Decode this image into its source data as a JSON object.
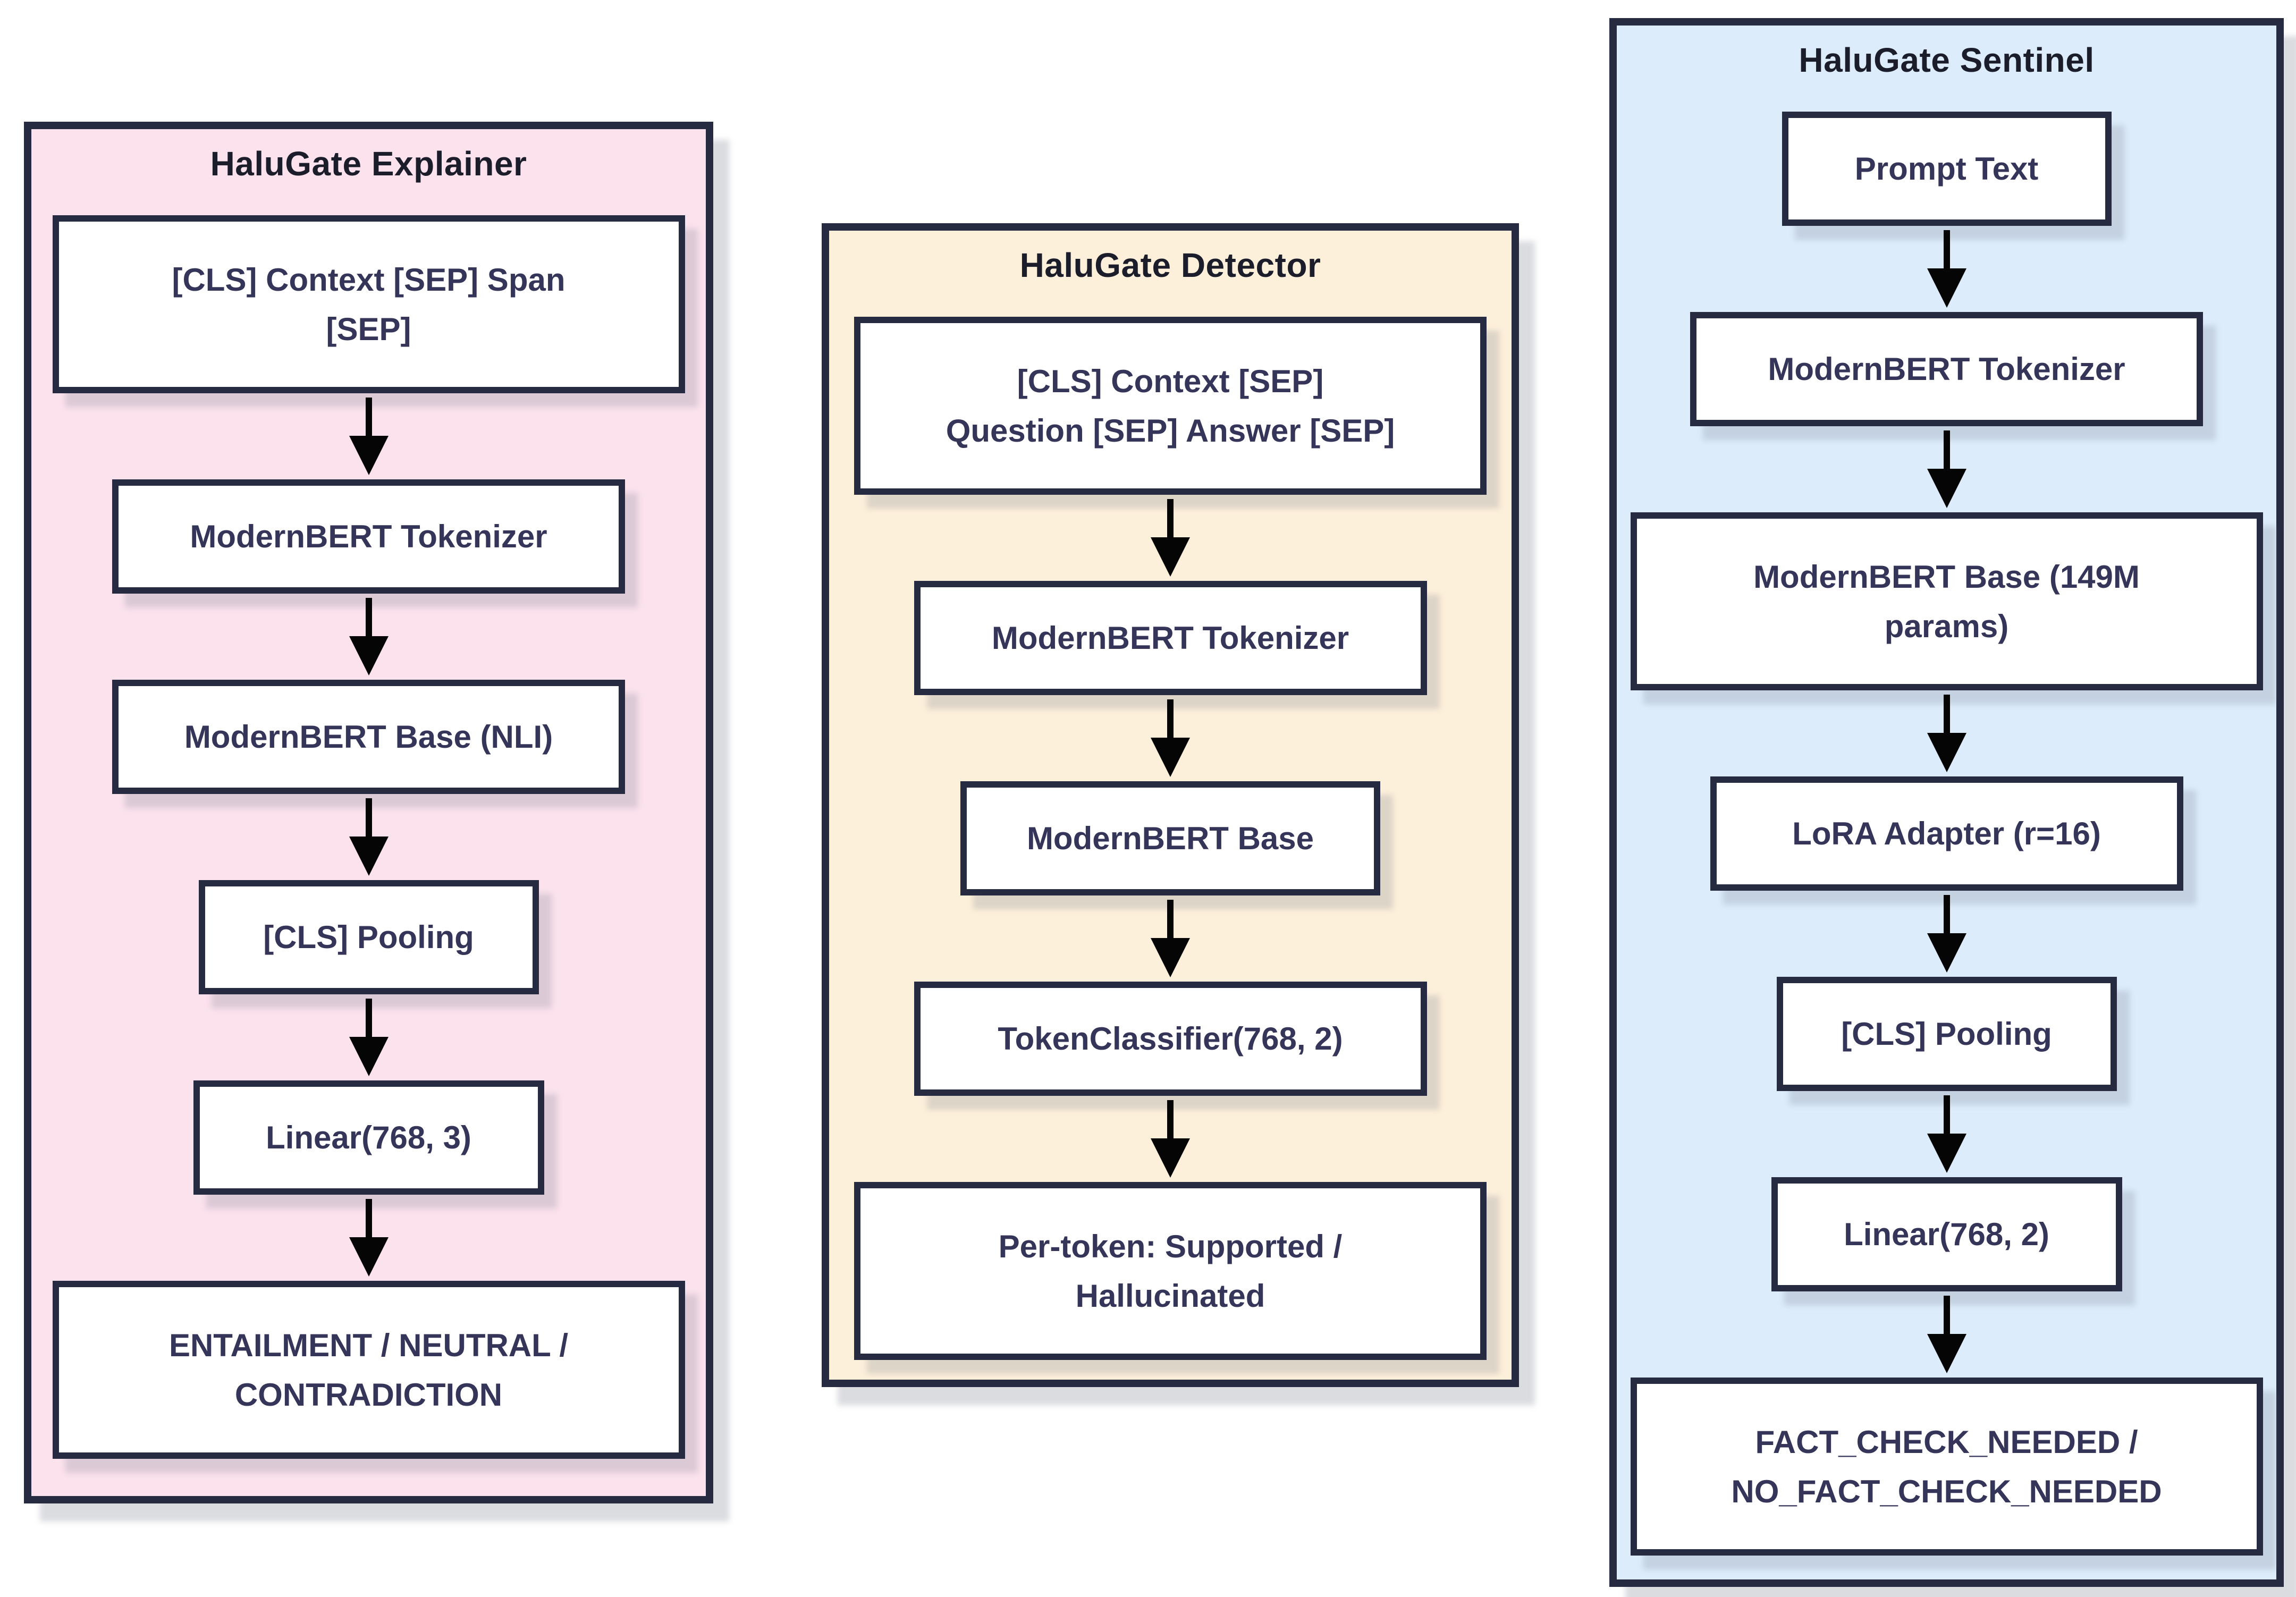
{
  "diagram": {
    "colors": {
      "panel_border": "#262b42",
      "node_border": "#262b42",
      "node_bg": "#ffffff",
      "text": "#35355a",
      "title_text": "#1b1d2a",
      "arrow": "#050505",
      "explainer_bg": "#fbe2ec",
      "detector_bg": "#fdf0da",
      "sentinel_bg": "#dcecfa",
      "page_bg": "#ffffff"
    },
    "panels": [
      {
        "title": "HaluGate Explainer",
        "nodes": [
          "[CLS] Context [SEP] Span\n[SEP]",
          "ModernBERT Tokenizer",
          "ModernBERT Base (NLI)",
          "[CLS] Pooling",
          "Linear(768, 3)",
          "ENTAILMENT / NEUTRAL /\nCONTRADICTION"
        ]
      },
      {
        "title": "HaluGate Detector",
        "nodes": [
          "[CLS] Context [SEP]\nQuestion [SEP] Answer [SEP]",
          "ModernBERT Tokenizer",
          "ModernBERT Base",
          "TokenClassifier(768, 2)",
          "Per-token: Supported /\nHallucinated"
        ]
      },
      {
        "title": "HaluGate Sentinel",
        "nodes": [
          "Prompt Text",
          "ModernBERT Tokenizer",
          "ModernBERT Base (149M\nparams)",
          "LoRA Adapter (r=16)",
          "[CLS] Pooling",
          "Linear(768, 2)",
          "FACT_CHECK_NEEDED /\nNO_FACT_CHECK_NEEDED"
        ]
      }
    ]
  }
}
